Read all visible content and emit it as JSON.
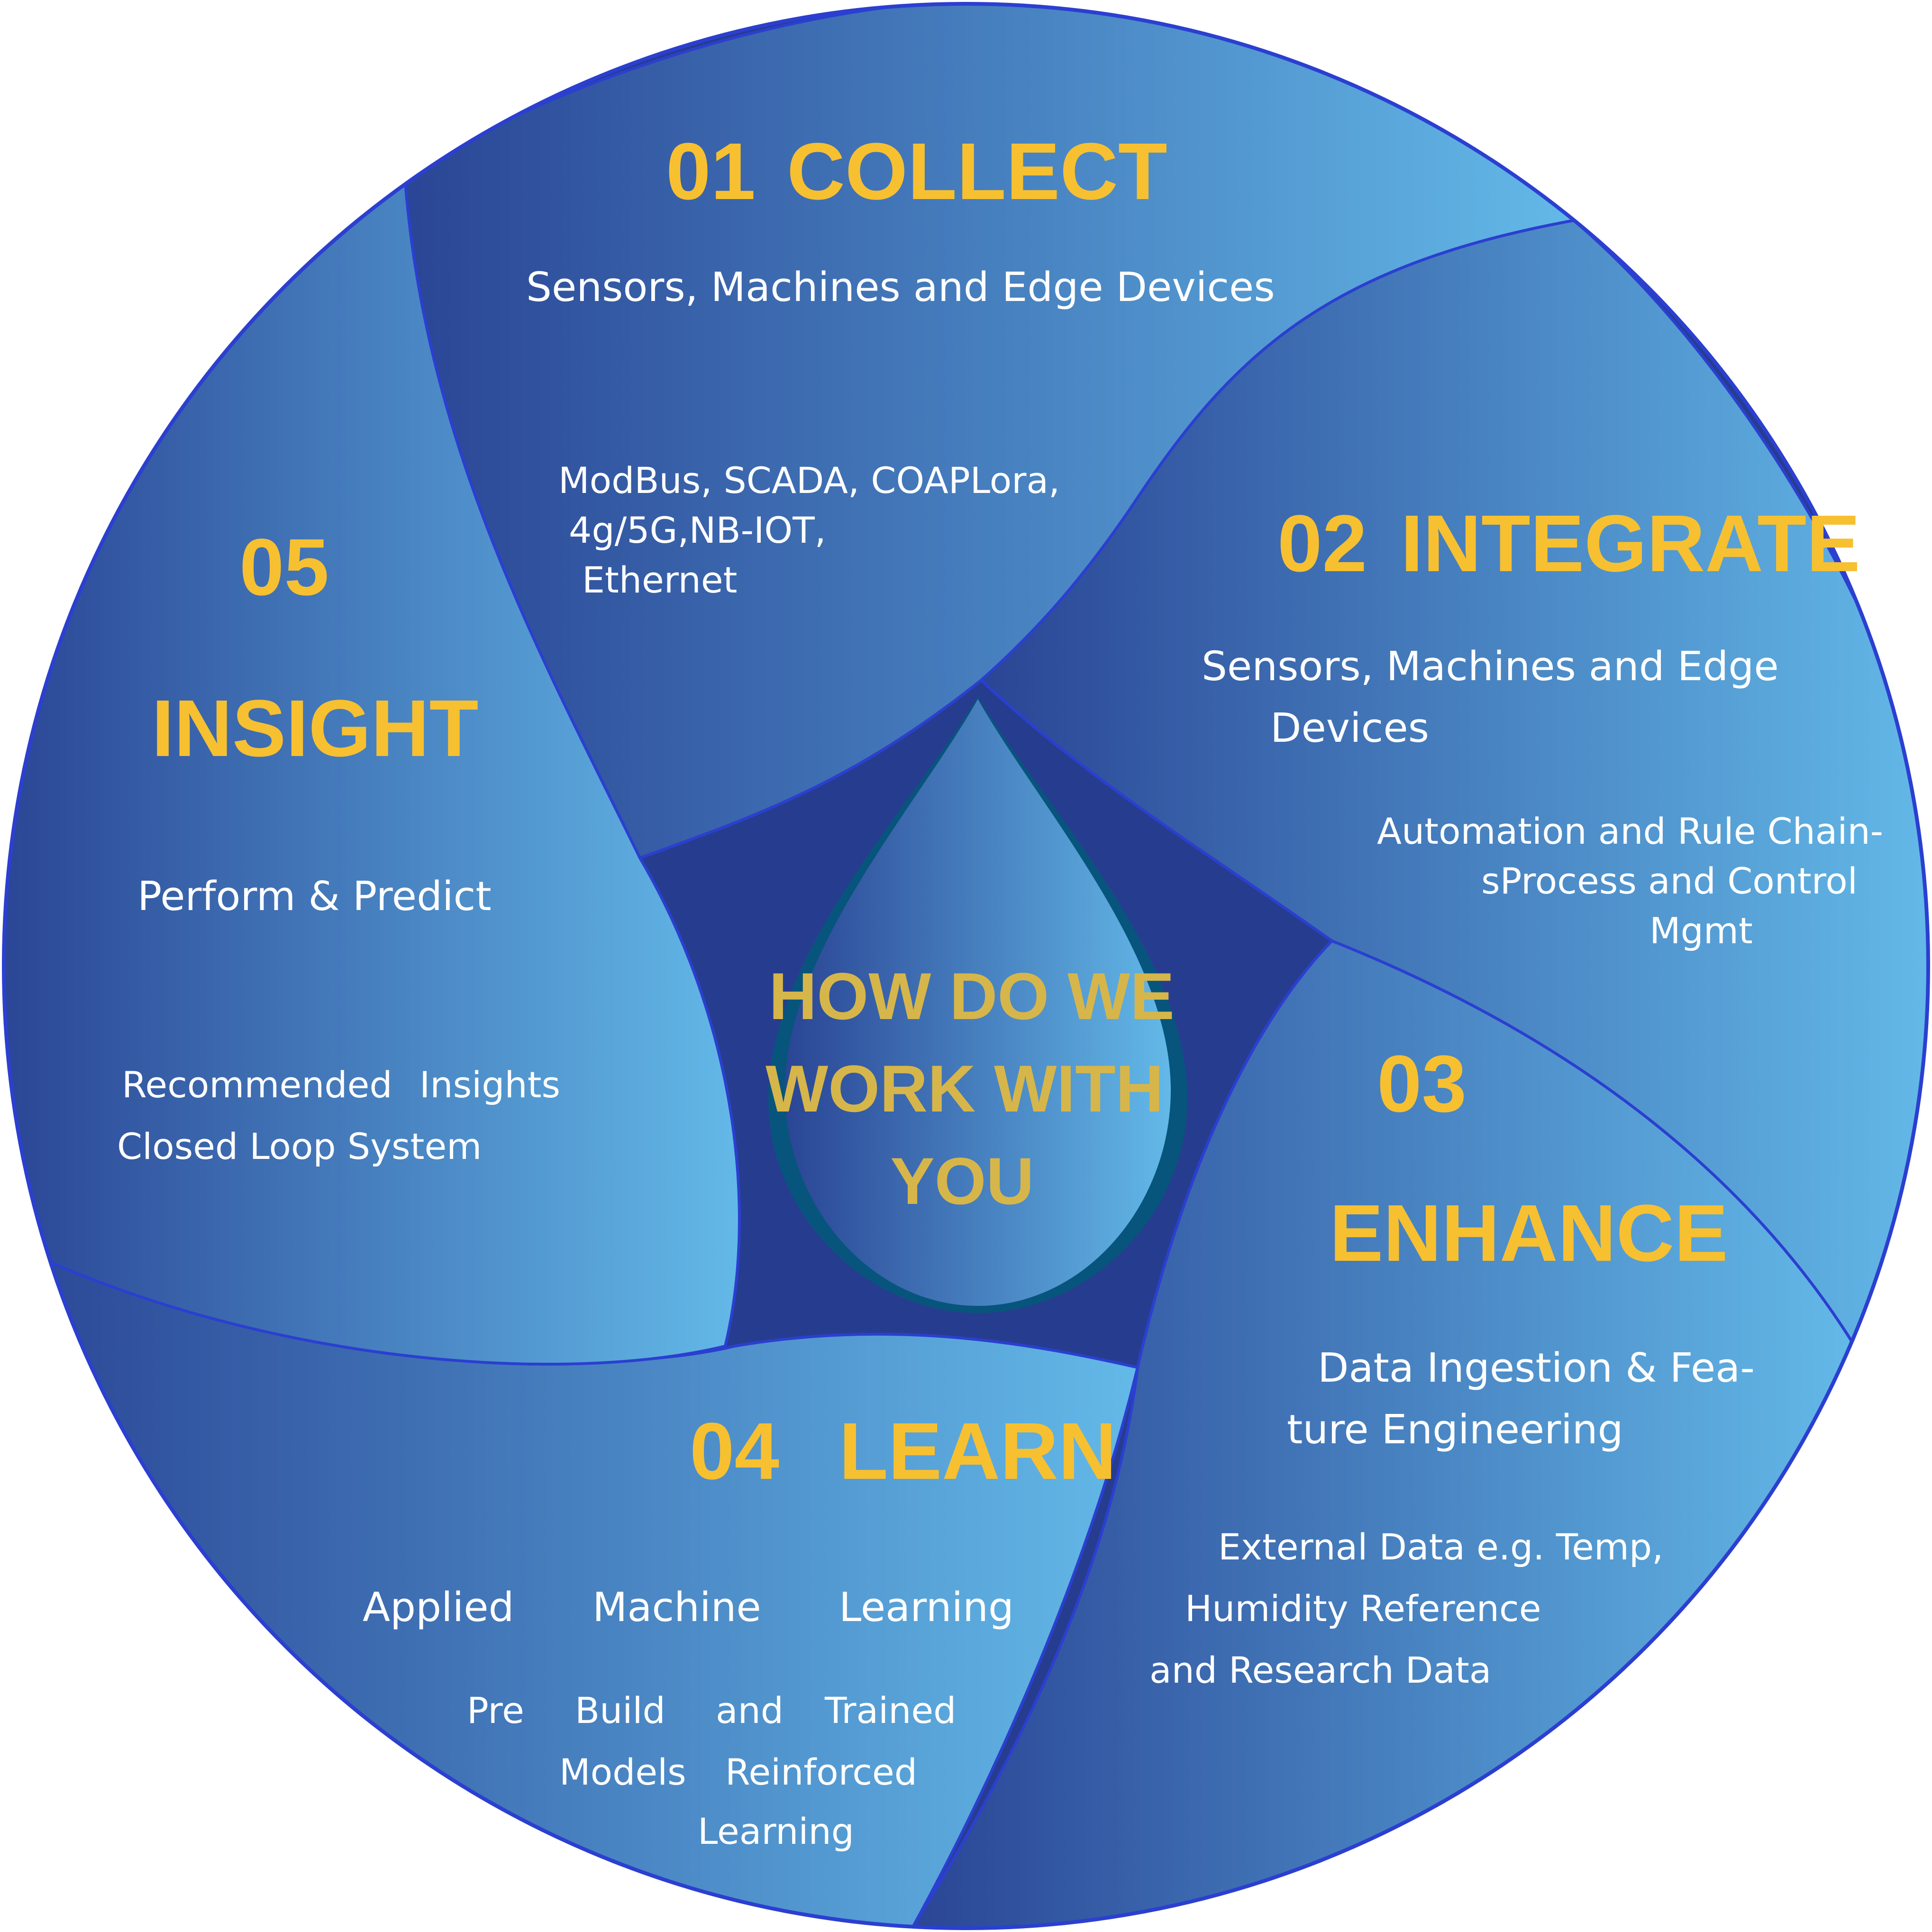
{
  "colors": {
    "segment_dark": "#2a4595",
    "segment_light": "#63b9e8",
    "core": "#263d8f",
    "outline": "#2b3fd0",
    "title_yellow": "#f7c031",
    "center_text": "#d6b64a",
    "white_text": "#ffffff",
    "drop_border": "#07557c"
  },
  "center": {
    "lines": [
      "HOW DO WE",
      "WORK WITH",
      "YOU"
    ]
  },
  "steps": [
    {
      "id": "collect",
      "number": "01",
      "name": "COLLECT",
      "subtitle": [
        "Sensors, Machines and Edge Devices"
      ],
      "details": [
        "ModBus, SCADA, COAPLora,",
        "4g/5G,NB-IOT,",
        "Ethernet"
      ]
    },
    {
      "id": "integrate",
      "number": "02",
      "name": "INTEGRATE",
      "subtitle": [
        "Sensors, Machines and Edge",
        "Devices"
      ],
      "details": [
        "Automation and Rule Chain-",
        "sProcess and Control",
        "Mgmt"
      ]
    },
    {
      "id": "enhance",
      "number": "03",
      "name": "ENHANCE",
      "subtitle": [
        "Data Ingestion & Fea-",
        "ture Engineering"
      ],
      "details": [
        "External Data e.g. Temp,",
        "Humidity Reference",
        "and Research Data"
      ]
    },
    {
      "id": "learn",
      "number": "04",
      "name": "LEARN",
      "subtitle": [
        "Applied",
        "Machine",
        "Learning"
      ],
      "details": [
        "Pre",
        "Build",
        "and",
        "Trained",
        "Models",
        "Reinforced",
        "Learning"
      ]
    },
    {
      "id": "insight",
      "number": "05",
      "name": "INSIGHT",
      "subtitle": [
        "Perform & Predict"
      ],
      "details": [
        "Recommended",
        "Insights",
        "Closed Loop System"
      ]
    }
  ]
}
